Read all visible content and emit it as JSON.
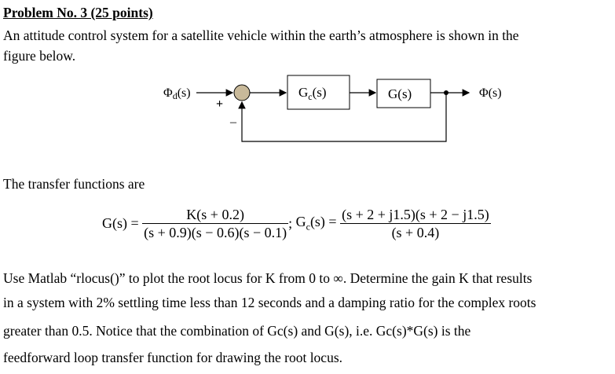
{
  "title": "Problem No. 3 (25 points)",
  "intro": [
    "An attitude control system for a satellite vehicle within the earth’s atmosphere is shown in the",
    "figure below."
  ],
  "diagram": {
    "input_main": "Φ",
    "input_sub": "d",
    "input_tail": "(s)",
    "plus": "+",
    "minus": "–",
    "block1_main": "G",
    "block1_sub": "c",
    "block1_tail": "(s)",
    "block2": "G(s)",
    "output": "Φ(s)",
    "summing_color": "#c8b99a"
  },
  "tf_intro": "The transfer functions are",
  "equation": {
    "g_lhs": "G(s) =",
    "g_num": "K(s + 0.2)",
    "g_den": "(s + 0.9)(s − 0.6)(s − 0.1)",
    "sep": ";",
    "gc_lhs_main": "G",
    "gc_lhs_sub": "c",
    "gc_lhs_tail": "(s) =",
    "gc_num": "(s + 2 + j1.5)(s + 2 − j1.5)",
    "gc_den": "(s + 0.4)"
  },
  "paragraph": [
    "Use Matlab “rlocus()” to plot the root locus for K from 0 to ∞. Determine the gain K that results",
    "in a system with 2% settling time less than 12 seconds and a damping ratio for the complex roots",
    "greater than 0.5. Notice that the combination of Gc(s) and G(s), i.e. Gc(s)*G(s) is the",
    "feedforward loop transfer function for drawing the root locus."
  ]
}
